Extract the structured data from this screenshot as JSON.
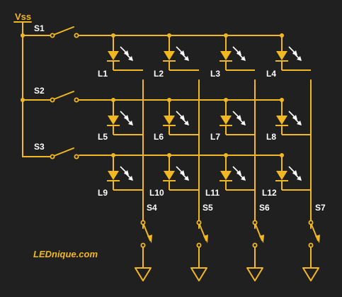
{
  "colors": {
    "background": "#202020",
    "wire": "#f2b822",
    "label": "#ffffff",
    "brand": "#f2b822"
  },
  "supply": {
    "label": "Vss"
  },
  "row_switches": [
    {
      "label": "S1"
    },
    {
      "label": "S2"
    },
    {
      "label": "S3"
    }
  ],
  "column_switches": [
    {
      "label": "S4"
    },
    {
      "label": "S5"
    },
    {
      "label": "S6"
    },
    {
      "label": "S7"
    }
  ],
  "leds": [
    [
      "L1",
      "L2",
      "L3",
      "L4"
    ],
    [
      "L5",
      "L6",
      "L7",
      "L8"
    ],
    [
      "L9",
      "L10",
      "L11",
      "L12"
    ]
  ],
  "brand": {
    "text": "LEDnique.com"
  }
}
